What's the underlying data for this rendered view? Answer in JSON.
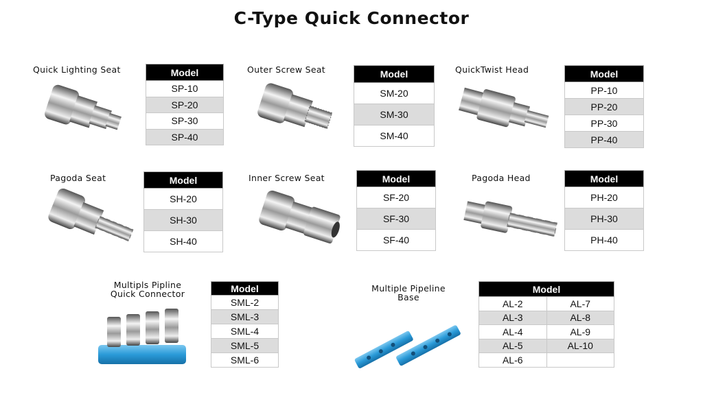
{
  "title": "C-Type Quick Connector",
  "colors": {
    "header": "#000000",
    "stripe": "#dcdcdc",
    "manifold": "#3aa7e0"
  },
  "products": [
    {
      "name": "Quick Lighting Seat",
      "header": "Model",
      "models": [
        "SP-10",
        "SP-20",
        "SP-30",
        "SP-40"
      ]
    },
    {
      "name": "Outer Screw Seat",
      "header": "Model",
      "models": [
        "SM-20",
        "SM-30",
        "SM-40"
      ]
    },
    {
      "name": "QuickTwist Head",
      "header": "Model",
      "models": [
        "PP-10",
        "PP-20",
        "PP-30",
        "PP-40"
      ]
    },
    {
      "name": "Pagoda Seat",
      "header": "Model",
      "models": [
        "SH-20",
        "SH-30",
        "SH-40"
      ]
    },
    {
      "name": "Inner Screw Seat",
      "header": "Model",
      "models": [
        "SF-20",
        "SF-30",
        "SF-40"
      ]
    },
    {
      "name": "Pagoda Head",
      "header": "Model",
      "models": [
        "PH-20",
        "PH-30",
        "PH-40"
      ]
    },
    {
      "name_lines": [
        "Multipls Pipline",
        "Quick Connector"
      ],
      "header": "Model",
      "models": [
        "SML-2",
        "SML-3",
        "SML-4",
        "SML-5",
        "SML-6"
      ]
    },
    {
      "name_lines": [
        "Multiple Pipeline",
        "Base"
      ],
      "header": "Model",
      "models": [
        [
          "AL-2",
          "AL-7"
        ],
        [
          "AL-3",
          "AL-8"
        ],
        [
          "AL-4",
          "AL-9"
        ],
        [
          "AL-5",
          "AL-10"
        ],
        [
          "AL-6",
          ""
        ]
      ]
    }
  ]
}
